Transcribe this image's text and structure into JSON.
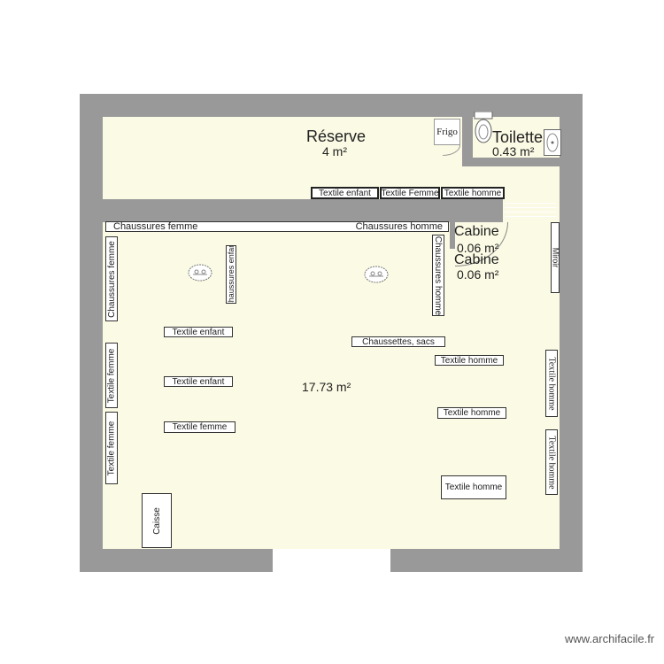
{
  "rooms": {
    "reserve": {
      "name": "Réserve",
      "area": "4 m²"
    },
    "toilette": {
      "name": "Toilette",
      "area": "0.43 m²"
    },
    "cabine1": {
      "name": "Cabine",
      "area": "0.06 m²"
    },
    "cabine2": {
      "name": "Cabine",
      "area": "0.06 m²"
    },
    "main": {
      "area": "17.73 m²"
    }
  },
  "fixtures": {
    "frigo": "Frigo",
    "miroir": "Miroir",
    "caisse": "Caisse"
  },
  "furniture": {
    "reserve_textile_enfant": "Textile enfant",
    "reserve_textile_femme": "Textile Femme",
    "reserve_textile_homme": "Textile homme",
    "chaussures_femme_top": "Chaussures femme",
    "chaussures_homme_top": "Chaussures homme",
    "chaussures_femme_left": "Chaussures femme",
    "chaussures_enfant": "Chaussures enfant",
    "chaussures_homme_right": "Chaussures homme",
    "textile_enfant_1": "Textile enfant",
    "textile_enfant_2": "Textile enfant",
    "textile_femme_center": "Textile femme",
    "textile_femme_left1": "Textile femme",
    "textile_femme_left2": "Textile femme",
    "chaussettes_sacs": "Chaussettes, sacs",
    "textile_homme_1": "Textile homme",
    "textile_homme_2": "Textile homme",
    "textile_homme_3": "Textile homme",
    "textile_homme_right1": "Textile homme",
    "textile_homme_right2": "Textile homme"
  },
  "watermark": "www.archifacile.fr",
  "colors": {
    "wall": "#999999",
    "floor": "#fbfae4"
  }
}
